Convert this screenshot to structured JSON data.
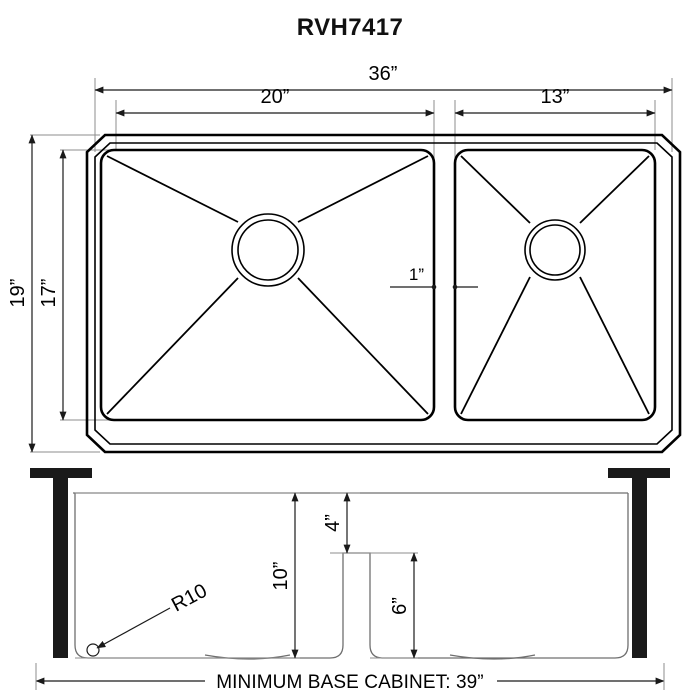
{
  "drawing": {
    "title": "RVH7417",
    "type": "kitchen-sink-dimension-drawing"
  },
  "top_view": {
    "overall_width": "36”",
    "left_bowl_width": "20”",
    "right_bowl_width": "13”",
    "overall_depth": "19”",
    "inner_depth": "17”",
    "divider_width": "1”"
  },
  "section_view": {
    "bowl_depth": "10”",
    "divider_top_drop": "4”",
    "divider_height": "6”",
    "corner_radius": "R10",
    "caption": "MINIMUM BASE CABINET: 39”"
  },
  "colors": {
    "outline": "#000000",
    "dimension": "#1a1a1a",
    "extension": "#8d8d8d",
    "wall_fill": "#1a1a1a"
  }
}
